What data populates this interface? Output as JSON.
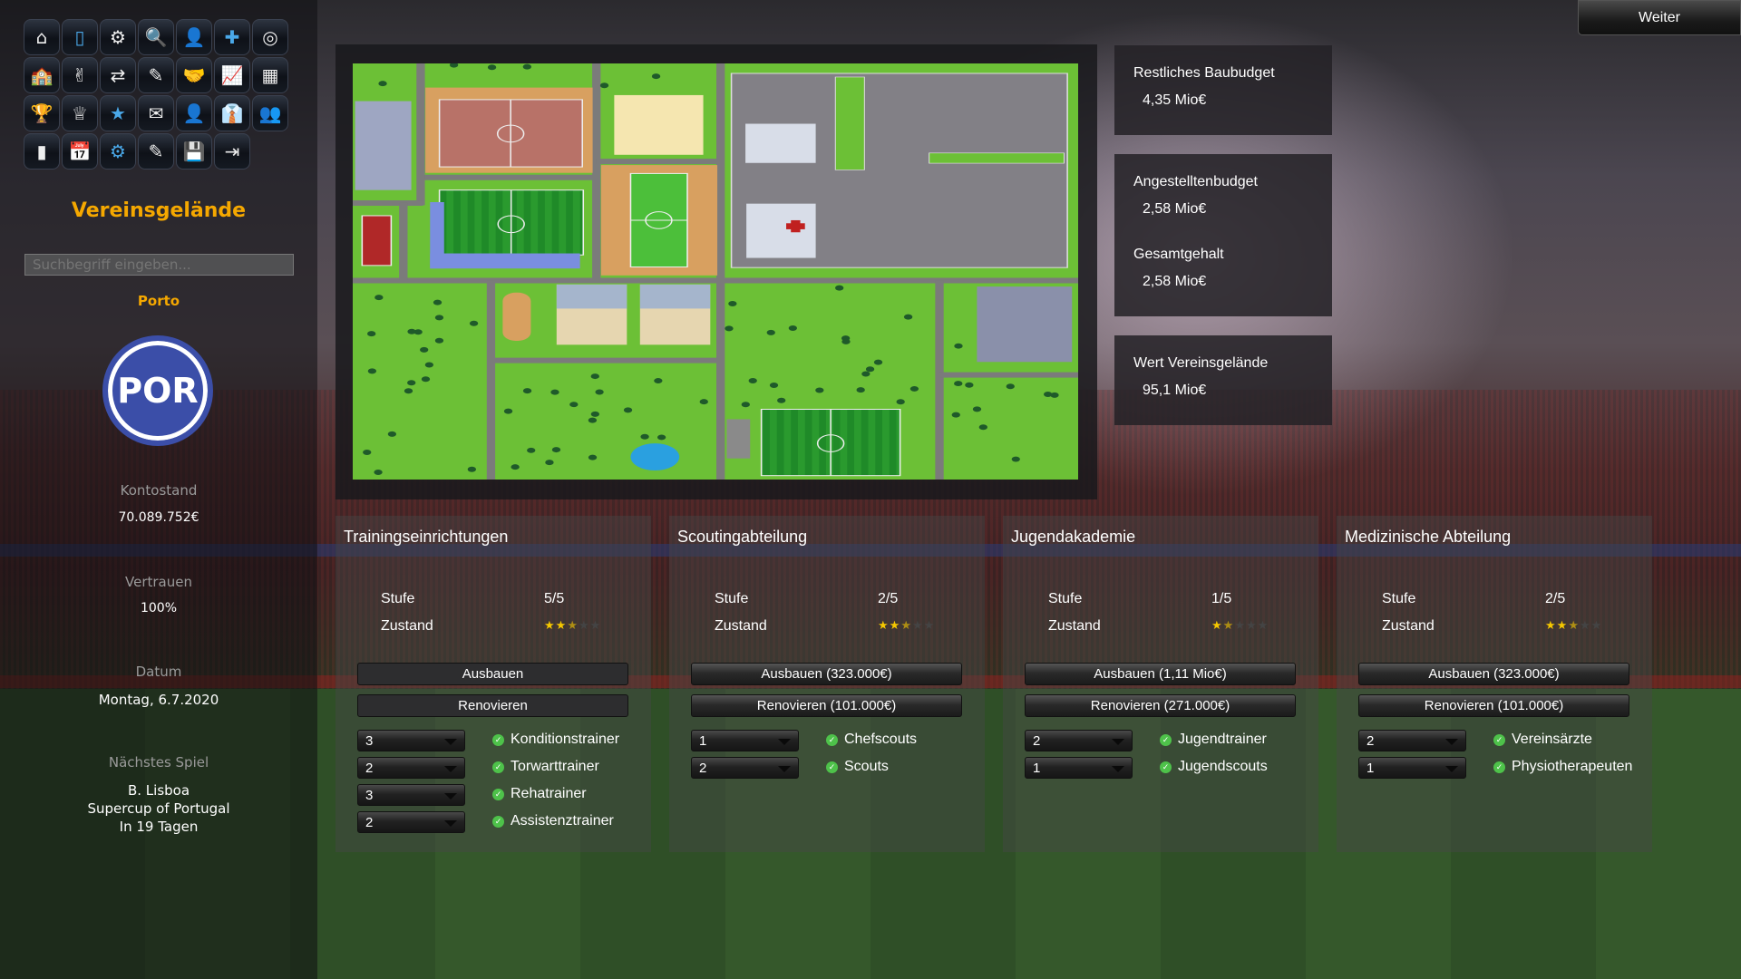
{
  "sidebar": {
    "icons": [
      "home-icon",
      "tactics-board-icon",
      "training-icon",
      "scouting-icon",
      "player-icon",
      "medical-icon",
      "stadium-icon",
      "club-grounds-icon",
      "fans-icon",
      "transfer-icon",
      "contract-icon",
      "handshake-icon",
      "finances-icon",
      "calendar-grid-icon",
      "trophy-icon",
      "champions-cup-icon",
      "ratings-stars-icon",
      "mail-icon",
      "manager-icon",
      "staff-icon",
      "team-icon",
      "statistics-icon",
      "schedule-icon",
      "settings-icon",
      "edit-icon",
      "save-icon",
      "exit-icon"
    ],
    "title": "Vereinsgelände",
    "search_placeholder": "Suchbegriff eingeben...",
    "club_name": "Porto",
    "club_logo_text": "POR",
    "balance_label": "Kontostand",
    "balance_value": "70.089.752€",
    "trust_label": "Vertrauen",
    "trust_value": "100%",
    "date_label": "Datum",
    "date_value": "Montag, 6.7.2020",
    "next_match_label": "Nächstes Spiel",
    "next_match_opponent": "B. Lisboa",
    "next_match_competition": "Supercup of Portugal",
    "next_match_when": "In 19 Tagen"
  },
  "header": {
    "continue_label": "Weiter"
  },
  "info": {
    "build_budget_label": "Restliches Baubudget",
    "build_budget_value": "4,35 Mio€",
    "staff_budget_label": "Angestelltenbudget",
    "staff_budget_value": "2,58 Mio€",
    "total_salary_label": "Gesamtgehalt",
    "total_salary_value": "2,58 Mio€",
    "grounds_value_label": "Wert Vereinsgelände",
    "grounds_value_value": "95,1 Mio€"
  },
  "panels": [
    {
      "title": "Trainingseinrichtungen",
      "level_label": "Stufe",
      "level": "5/5",
      "condition_label": "Zustand",
      "condition_stars": 2.5,
      "expand_label": "Ausbauen",
      "renovate_label": "Renovieren",
      "staff": [
        {
          "count": "3",
          "role": "Konditionstrainer"
        },
        {
          "count": "2",
          "role": "Torwarttrainer"
        },
        {
          "count": "3",
          "role": "Rehatrainer"
        },
        {
          "count": "2",
          "role": "Assistenztrainer"
        }
      ]
    },
    {
      "title": "Scoutingabteilung",
      "level_label": "Stufe",
      "level": "2/5",
      "condition_label": "Zustand",
      "condition_stars": 2.5,
      "expand_label": "Ausbauen (323.000€)",
      "renovate_label": "Renovieren (101.000€)",
      "staff": [
        {
          "count": "1",
          "role": "Chefscouts"
        },
        {
          "count": "2",
          "role": "Scouts"
        }
      ]
    },
    {
      "title": "Jugendakademie",
      "level_label": "Stufe",
      "level": "1/5",
      "condition_label": "Zustand",
      "condition_stars": 1.5,
      "expand_label": "Ausbauen (1,11 Mio€)",
      "renovate_label": "Renovieren (271.000€)",
      "staff": [
        {
          "count": "2",
          "role": "Jugendtrainer"
        },
        {
          "count": "1",
          "role": "Jugendscouts"
        }
      ]
    },
    {
      "title": "Medizinische Abteilung",
      "level_label": "Stufe",
      "level": "2/5",
      "condition_label": "Zustand",
      "condition_stars": 2.5,
      "expand_label": "Ausbauen (323.000€)",
      "renovate_label": "Renovieren (101.000€)",
      "staff": [
        {
          "count": "2",
          "role": "Vereinsärzte"
        },
        {
          "count": "1",
          "role": "Physiotherapeuten"
        }
      ]
    }
  ],
  "colors": {
    "accent": "#f5a800",
    "club": "#3b4ea8",
    "check": "#4ec24a",
    "star": "#f5c800",
    "grass": "#6cc036"
  }
}
